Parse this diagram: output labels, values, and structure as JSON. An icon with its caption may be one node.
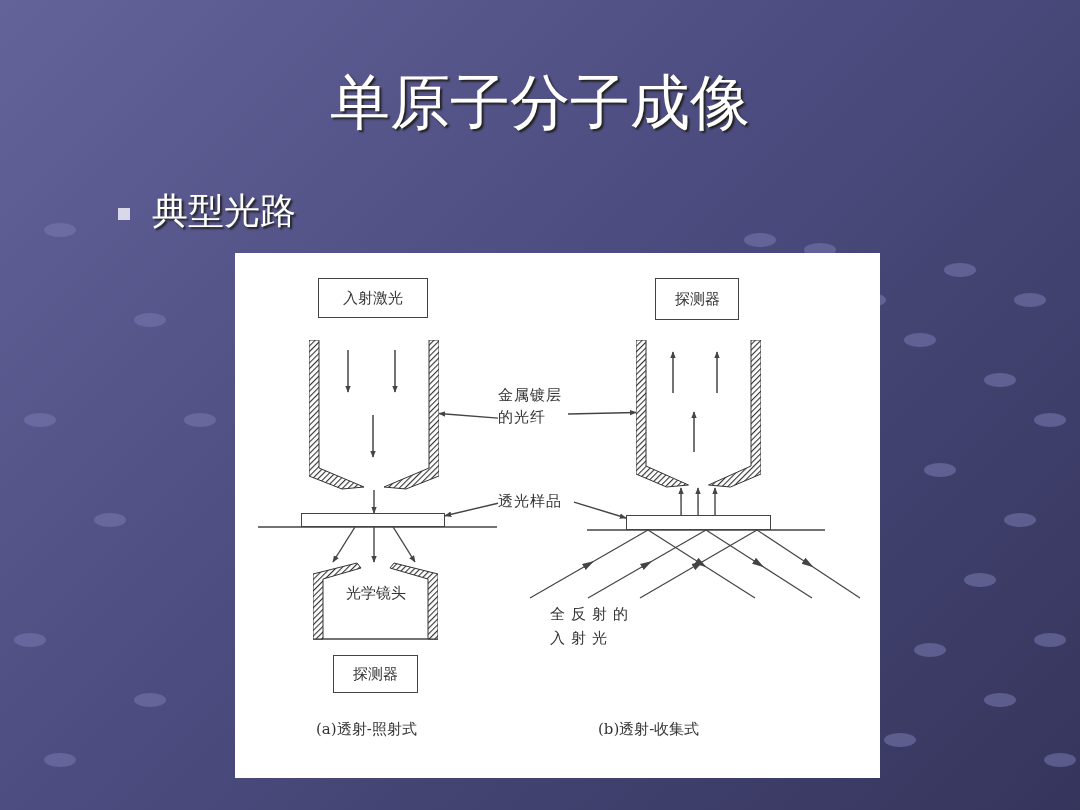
{
  "diagram": {
    "title": "单原子分子成像",
    "nodes": [
      {
        "text": [
          "入射激光"
        ]
      },
      {
        "text": [
          "探测器"
        ]
      },
      {
        "text": [
          "金属镀层的光纤"
        ]
      },
      {
        "text": [],
        "shape": "box"
      },
      {
        "text": [],
        "shape": "box"
      },
      {
        "text": [
          "透光样品"
        ]
      },
      {
        "text": [],
        "shape": "box"
      },
      {
        "text": [],
        "shape": "box"
      },
      {
        "text": [
          "光学镜头"
        ]
      },
      {
        "text": [
          "探测器"
        ]
      }
    ],
    "edges": [
      {
        "from": 2,
        "to": 3,
        "arrow": "to"
      },
      {
        "from": 2,
        "to": 4,
        "arrow": "to"
      },
      {
        "from": 5,
        "to": 6,
        "arrow": "to"
      },
      {
        "from": 5,
        "to": 7,
        "arrow": "to"
      },
      {
        "from": 3,
        "to": 6,
        "arrow": "to"
      },
      {
        "from": 6,
        "to": 8,
        "arrow": "to"
      },
      {
        "from": 6,
        "to": 8,
        "arrow": "to"
      },
      {
        "from": 6,
        "to": 8,
        "arrow": "to"
      },
      {
        "from": 7,
        "to": 4,
        "arrow": "to"
      },
      {
        "from": 7,
        "to": 4,
        "arrow": "to"
      },
      {
        "from": 7,
        "to": 4,
        "arrow": "to"
      }
    ],
    "labels": [
      "典型光路",
      "全反射的入射光",
      "(a)透射-照射式",
      "(b)透射-收集式"
    ]
  }
}
